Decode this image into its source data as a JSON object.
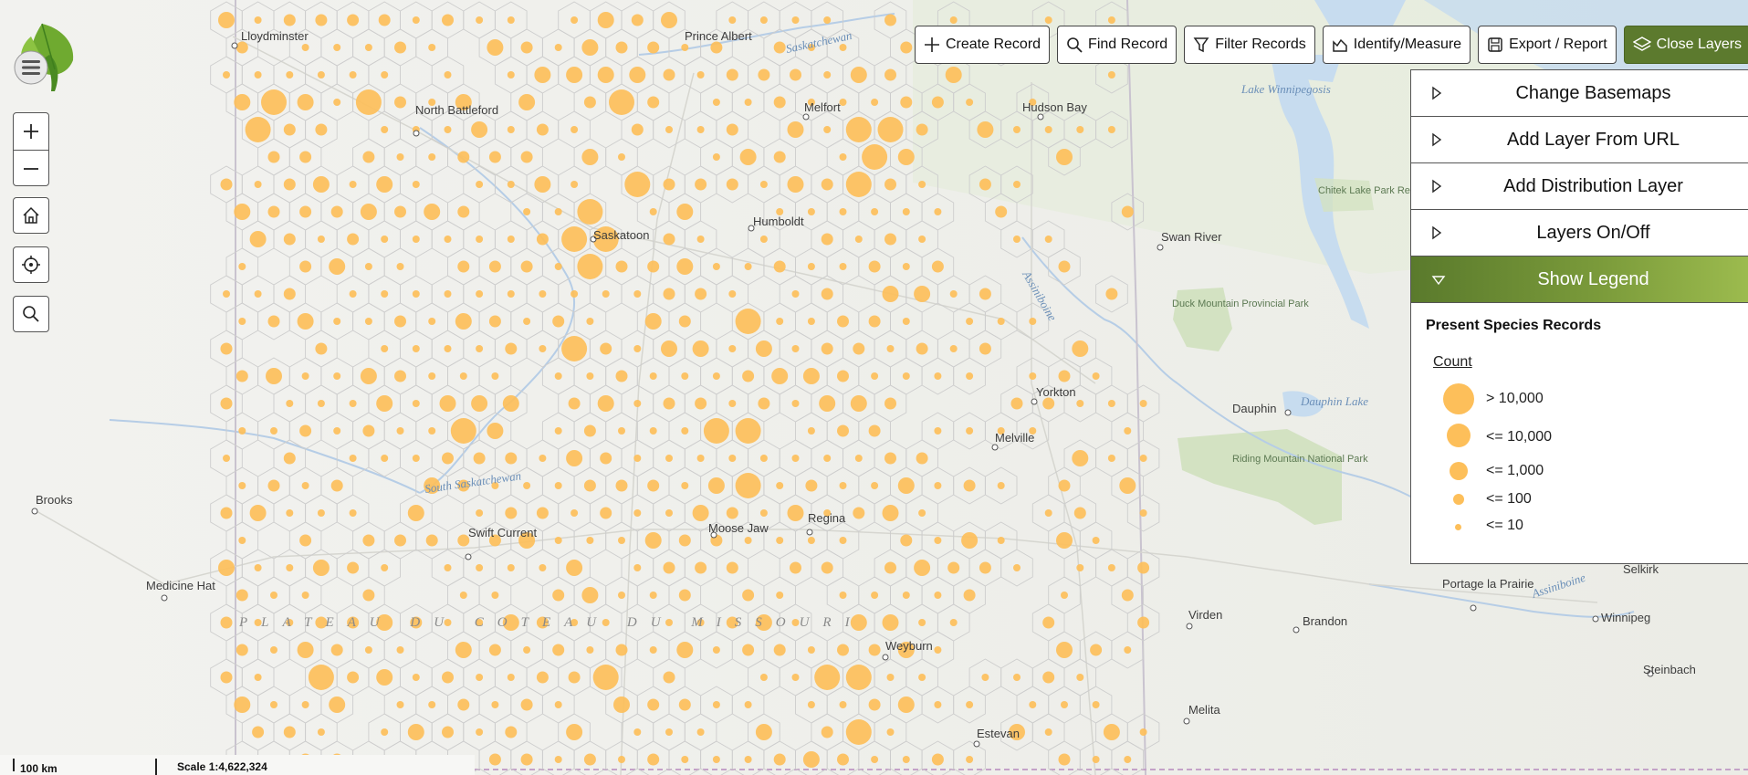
{
  "toolbar": {
    "create_record": "Create Record",
    "find_record": "Find Record",
    "filter_records": "Filter Records",
    "identify_measure": "Identify/Measure",
    "export_report": "Export / Report",
    "close_layers": "Close Layers"
  },
  "panel": {
    "items": [
      "Change Basemaps",
      "Add Layer From URL",
      "Add Distribution Layer",
      "Layers On/Off"
    ],
    "legend_header": "Show Legend",
    "legend_title": "Present Species Records",
    "legend_count": "Count",
    "legend_items": [
      "> 10,000",
      "<= 10,000",
      "<= 1,000",
      "<= 100",
      "<= 10"
    ]
  },
  "scale": {
    "bar_label": "100 km",
    "scale_text": "Scale 1:4,622,324"
  },
  "map_labels": {
    "cities": [
      "Lloydminster",
      "Prince Albert",
      "North Battleford",
      "Melfort",
      "Hudson Bay",
      "Humboldt",
      "Saskatoon",
      "Swan River",
      "Yorkton",
      "Melville",
      "Dauphin",
      "Brooks",
      "Swift Current",
      "Moose Jaw",
      "Regina",
      "Medicine Hat",
      "Weyburn",
      "Estevan",
      "Virden",
      "Brandon",
      "Portage la Prairie",
      "Winnipeg",
      "Selkirk",
      "Steinbach",
      "Melita"
    ],
    "water": [
      "Saskatchewan",
      "Lake Winnipegosis",
      "Assiniboine",
      "South Saskatchewan",
      "Dauphin Lake",
      "Assiniboine"
    ],
    "parks": [
      "Chitek Lake Park Reserve",
      "Duck Mountain Provincial Park",
      "Riding Mountain National Park"
    ],
    "region": "PLATEAU DU COTEAU DU MISSOURI"
  },
  "colors": {
    "accent_green": "#5c7a2e",
    "marker": "#fdbf5a",
    "water": "#c7dcef",
    "park": "#d3e2c2"
  }
}
